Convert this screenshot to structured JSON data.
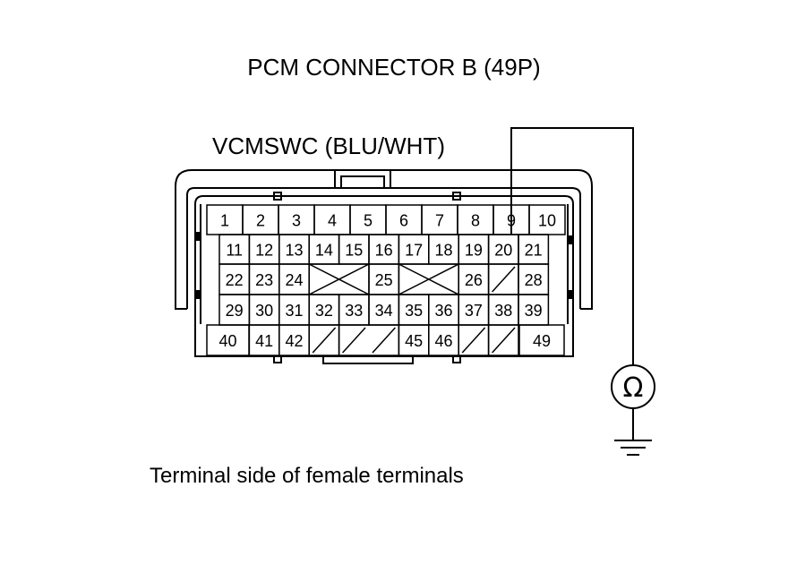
{
  "diagram": {
    "title": "PCM CONNECTOR B (49P)",
    "wire_label": "VCMSWC (BLU/WHT)",
    "caption": "Terminal side of female terminals",
    "meter_symbol": "Ω",
    "probe_terminal": "9",
    "ground": "ground-icon",
    "rows": [
      [
        "1",
        "2",
        "3",
        "4",
        "5",
        "6",
        "7",
        "8",
        "9",
        "10"
      ],
      [
        "11",
        "12",
        "13",
        "14",
        "15",
        "16",
        "17",
        "18",
        "19",
        "20",
        "21"
      ],
      [
        "22",
        "23",
        "24",
        "",
        "",
        "25",
        "",
        "",
        "26",
        "",
        "28"
      ],
      [
        "29",
        "30",
        "31",
        "32",
        "33",
        "34",
        "35",
        "36",
        "37",
        "38",
        "39"
      ],
      [
        "40",
        "41",
        "42",
        "",
        "",
        "",
        "45",
        "46",
        "",
        "",
        "49"
      ]
    ],
    "unused": [
      {
        "row": 2,
        "from": 3,
        "to": 4,
        "mark": "cross"
      },
      {
        "row": 2,
        "from": 6,
        "to": 7,
        "mark": "cross"
      },
      {
        "row": 2,
        "from": 9,
        "to": 9,
        "mark": "slash"
      },
      {
        "row": 4,
        "from": 3,
        "to": 3,
        "mark": "slash"
      },
      {
        "row": 4,
        "from": 4,
        "to": 5,
        "mark": "slash"
      },
      {
        "row": 4,
        "from": 8,
        "to": 8,
        "mark": "slash"
      },
      {
        "row": 4,
        "from": 9,
        "to": 9,
        "mark": "slash"
      }
    ]
  }
}
